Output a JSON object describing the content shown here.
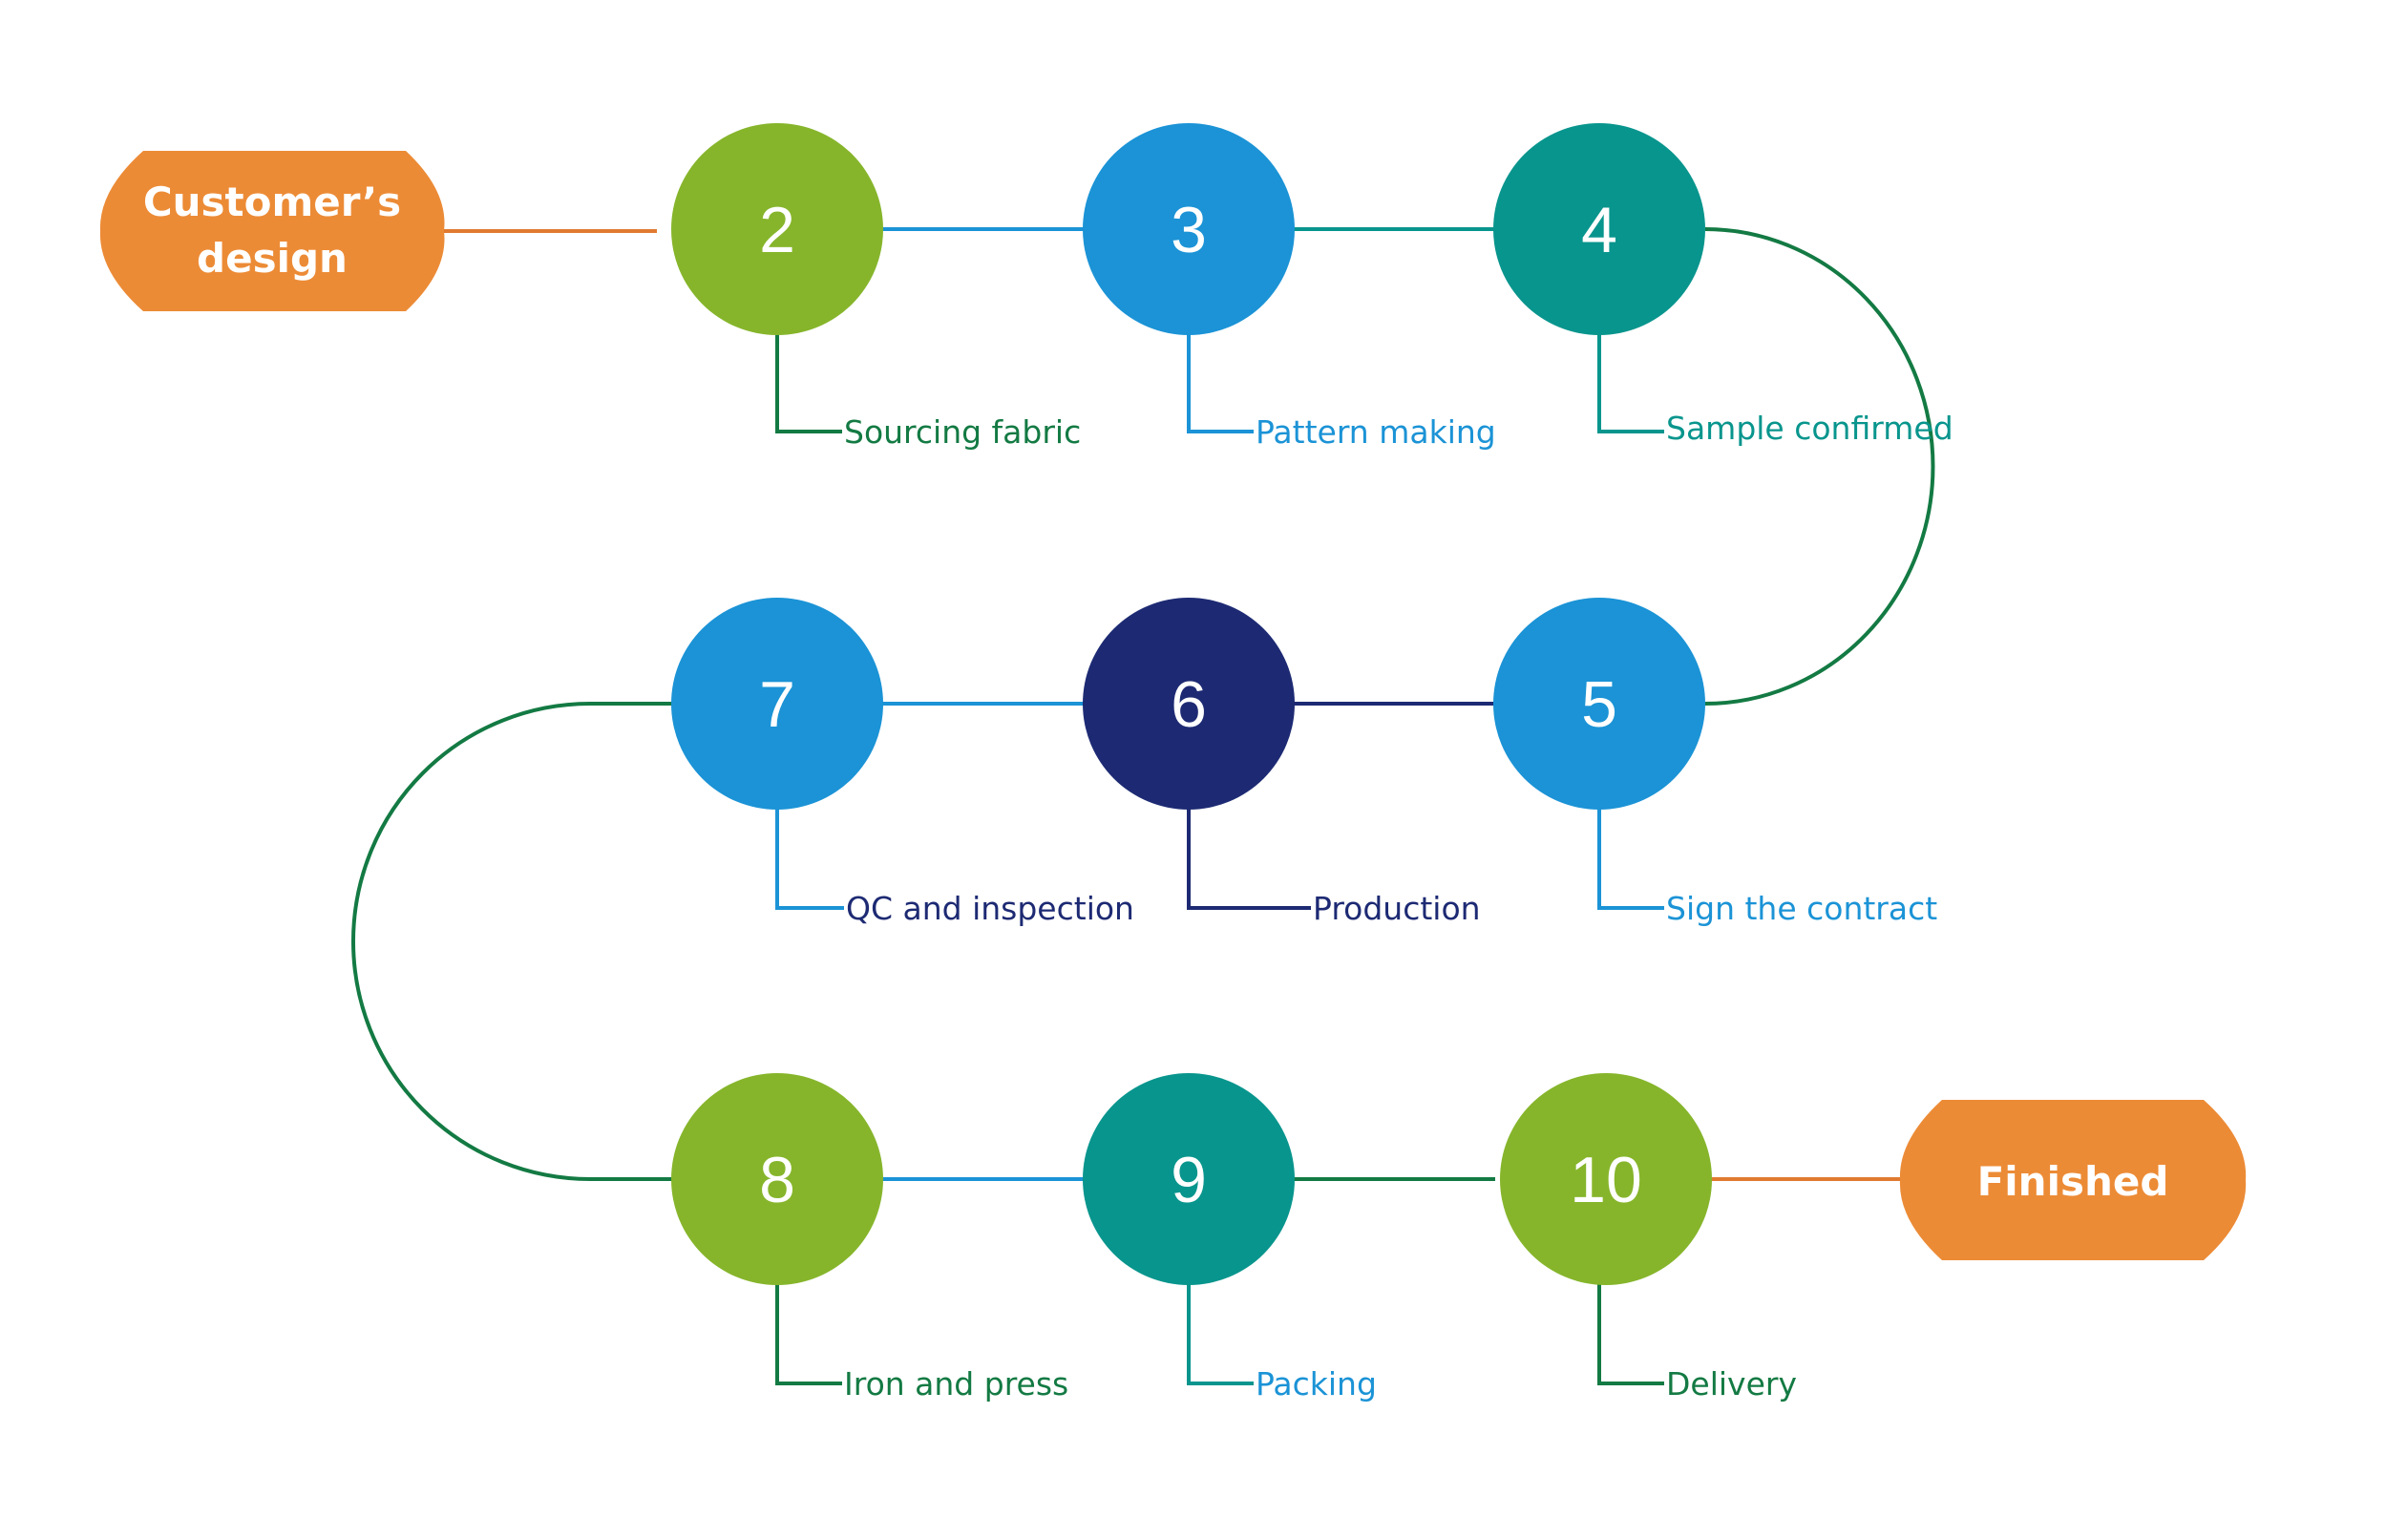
{
  "colors": {
    "orange": "#ec8b36",
    "green": "#86b52b",
    "blue": "#1b93d6",
    "teal": "#08958d",
    "navy": "#1d2a73",
    "dark_green": "#137a43"
  },
  "start": {
    "line1": "Customer’s",
    "line2": "design"
  },
  "end": {
    "label": "Finished"
  },
  "steps": [
    {
      "num": "2",
      "label": "Sourcing fabric"
    },
    {
      "num": "3",
      "label": "Pattern making"
    },
    {
      "num": "4",
      "label": "Sample confirmed"
    },
    {
      "num": "5",
      "label": "Sign the contract"
    },
    {
      "num": "6",
      "label": "Production"
    },
    {
      "num": "7",
      "label": "QC and inspection"
    },
    {
      "num": "8",
      "label": "Iron and press"
    },
    {
      "num": "9",
      "label": "Packing"
    },
    {
      "num": "10",
      "label": "Delivery"
    }
  ]
}
